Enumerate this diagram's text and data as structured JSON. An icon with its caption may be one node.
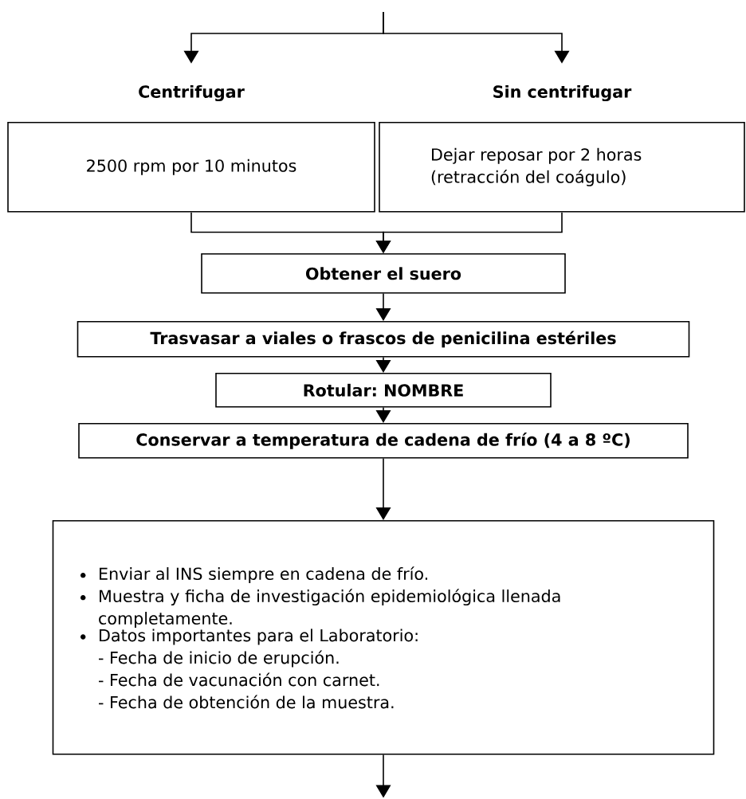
{
  "diagram": {
    "nodes": [
      {
        "text": [
          "Centrifugar",
          "2500 rpm por 10 minutos"
        ]
      },
      {
        "text": [
          "Sin centrifugar",
          "Dejar reposar por 2 horas (retracción del coágulo)"
        ]
      },
      {
        "text": [
          "Obtener el suero"
        ]
      },
      {
        "text": [
          "Trasvasar a viales o frascos de penicilina estériles"
        ]
      },
      {
        "text": [
          "Rotular: NOMBRE"
        ]
      },
      {
        "text": [
          "Conservar a temperatura de cadena de frío (4 a 8 ºC)"
        ]
      },
      {
        "text": [
          "Enviar al INS siempre en cadena de frío.",
          "Muestra y ficha de investigación epidemiológica llenada completamente.",
          "Datos importantes para el Laboratorio:",
          "- Fecha de inicio de erupción.",
          "- Fecha de vacunación con carnet.",
          "- Fecha de obtención de la muestra."
        ]
      }
    ],
    "edges": [
      {
        "from": null,
        "to": 0,
        "arrow": "to"
      },
      {
        "from": null,
        "to": 1,
        "arrow": "to"
      },
      {
        "from": 0,
        "to": 2,
        "arrow": "to"
      },
      {
        "from": 1,
        "to": 2,
        "arrow": "to"
      },
      {
        "from": 2,
        "to": 3,
        "arrow": "to"
      },
      {
        "from": 3,
        "to": 4,
        "arrow": "to"
      },
      {
        "from": 4,
        "to": 5,
        "arrow": "to"
      },
      {
        "from": 5,
        "to": 6,
        "arrow": "to"
      },
      {
        "from": 6,
        "to": null,
        "arrow": "to"
      }
    ]
  }
}
